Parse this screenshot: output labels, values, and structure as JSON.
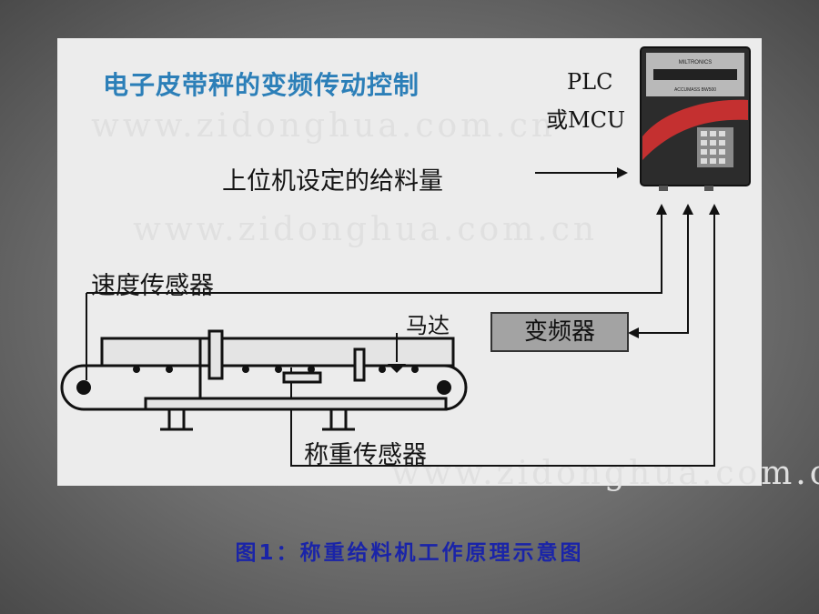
{
  "title": "电子皮带秤的变频传动控制",
  "controller": {
    "line1": "PLC",
    "line2": "或MCU"
  },
  "labels": {
    "setpoint": "上位机设定的给料量",
    "speed_sensor": "速度传感器",
    "motor": "马达",
    "inverter": "变频器",
    "weigh_sensor": "称重传感器"
  },
  "watermark": "www.zidonghua.com.cn",
  "device": {
    "brand": "MILTRONICS",
    "model": "ACCUMASS BW500"
  },
  "caption": "图1：称重给料机工作原理示意图",
  "colors": {
    "title": "#2c7fb8",
    "caption": "#1a24a8",
    "panel": "#ececec",
    "background": "#6e6e6e"
  }
}
